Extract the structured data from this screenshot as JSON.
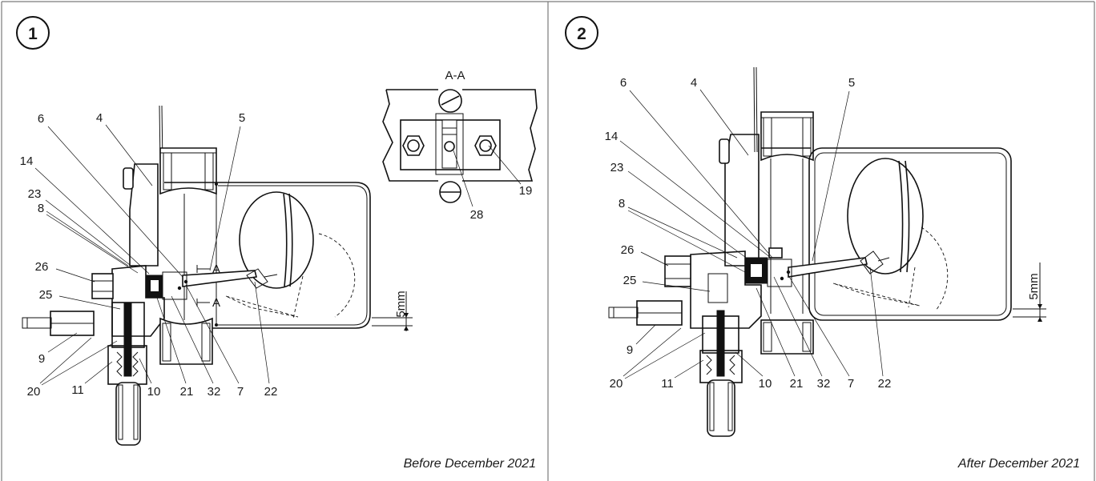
{
  "panels": [
    {
      "number": "1",
      "caption": "Before December 2021",
      "dimension": "5mm",
      "callouts": {
        "p6": "6",
        "p4": "4",
        "p5": "5",
        "p14": "14",
        "p23": "23",
        "p8": "8",
        "p26": "26",
        "p25": "25",
        "p9": "9",
        "p20": "20",
        "p11": "11",
        "p10": "10",
        "p21": "21",
        "p32": "32",
        "p7": "7",
        "p22": "22"
      },
      "section": {
        "title": "A-A",
        "marker": "A",
        "callouts": {
          "p19": "19",
          "p28": "28"
        }
      }
    },
    {
      "number": "2",
      "caption": "After December 2021",
      "dimension": "5mm",
      "callouts": {
        "p6": "6",
        "p4": "4",
        "p5": "5",
        "p14": "14",
        "p23": "23",
        "p8": "8",
        "p26": "26",
        "p25": "25",
        "p9": "9",
        "p20": "20",
        "p11": "11",
        "p10": "10",
        "p21": "21",
        "p32": "32",
        "p7": "7",
        "p22": "22"
      }
    }
  ]
}
